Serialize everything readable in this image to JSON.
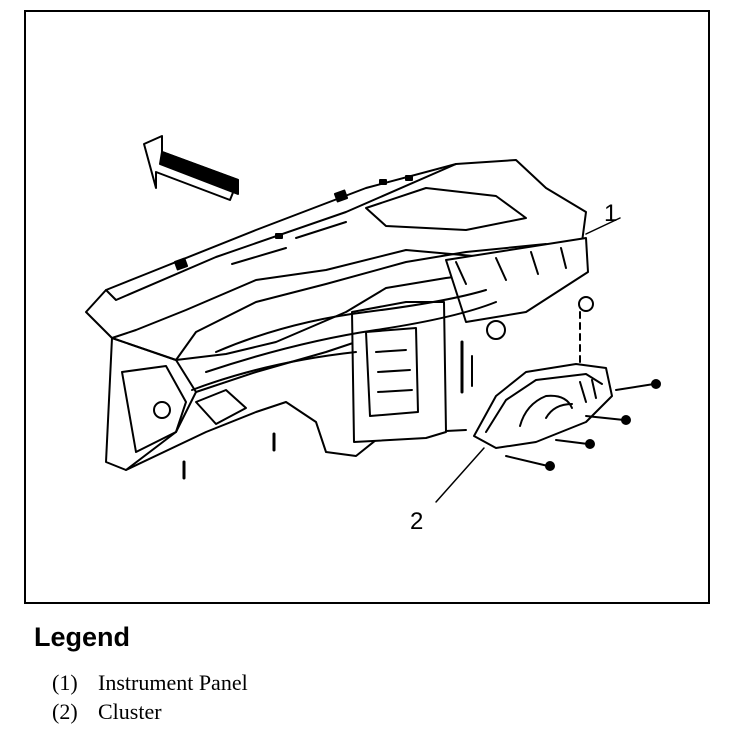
{
  "diagram": {
    "callouts": {
      "item1": "1",
      "item2": "2"
    }
  },
  "legend": {
    "title": "Legend",
    "items": [
      {
        "number": "(1)",
        "label": "Instrument Panel"
      },
      {
        "number": "(2)",
        "label": "Cluster"
      }
    ]
  }
}
